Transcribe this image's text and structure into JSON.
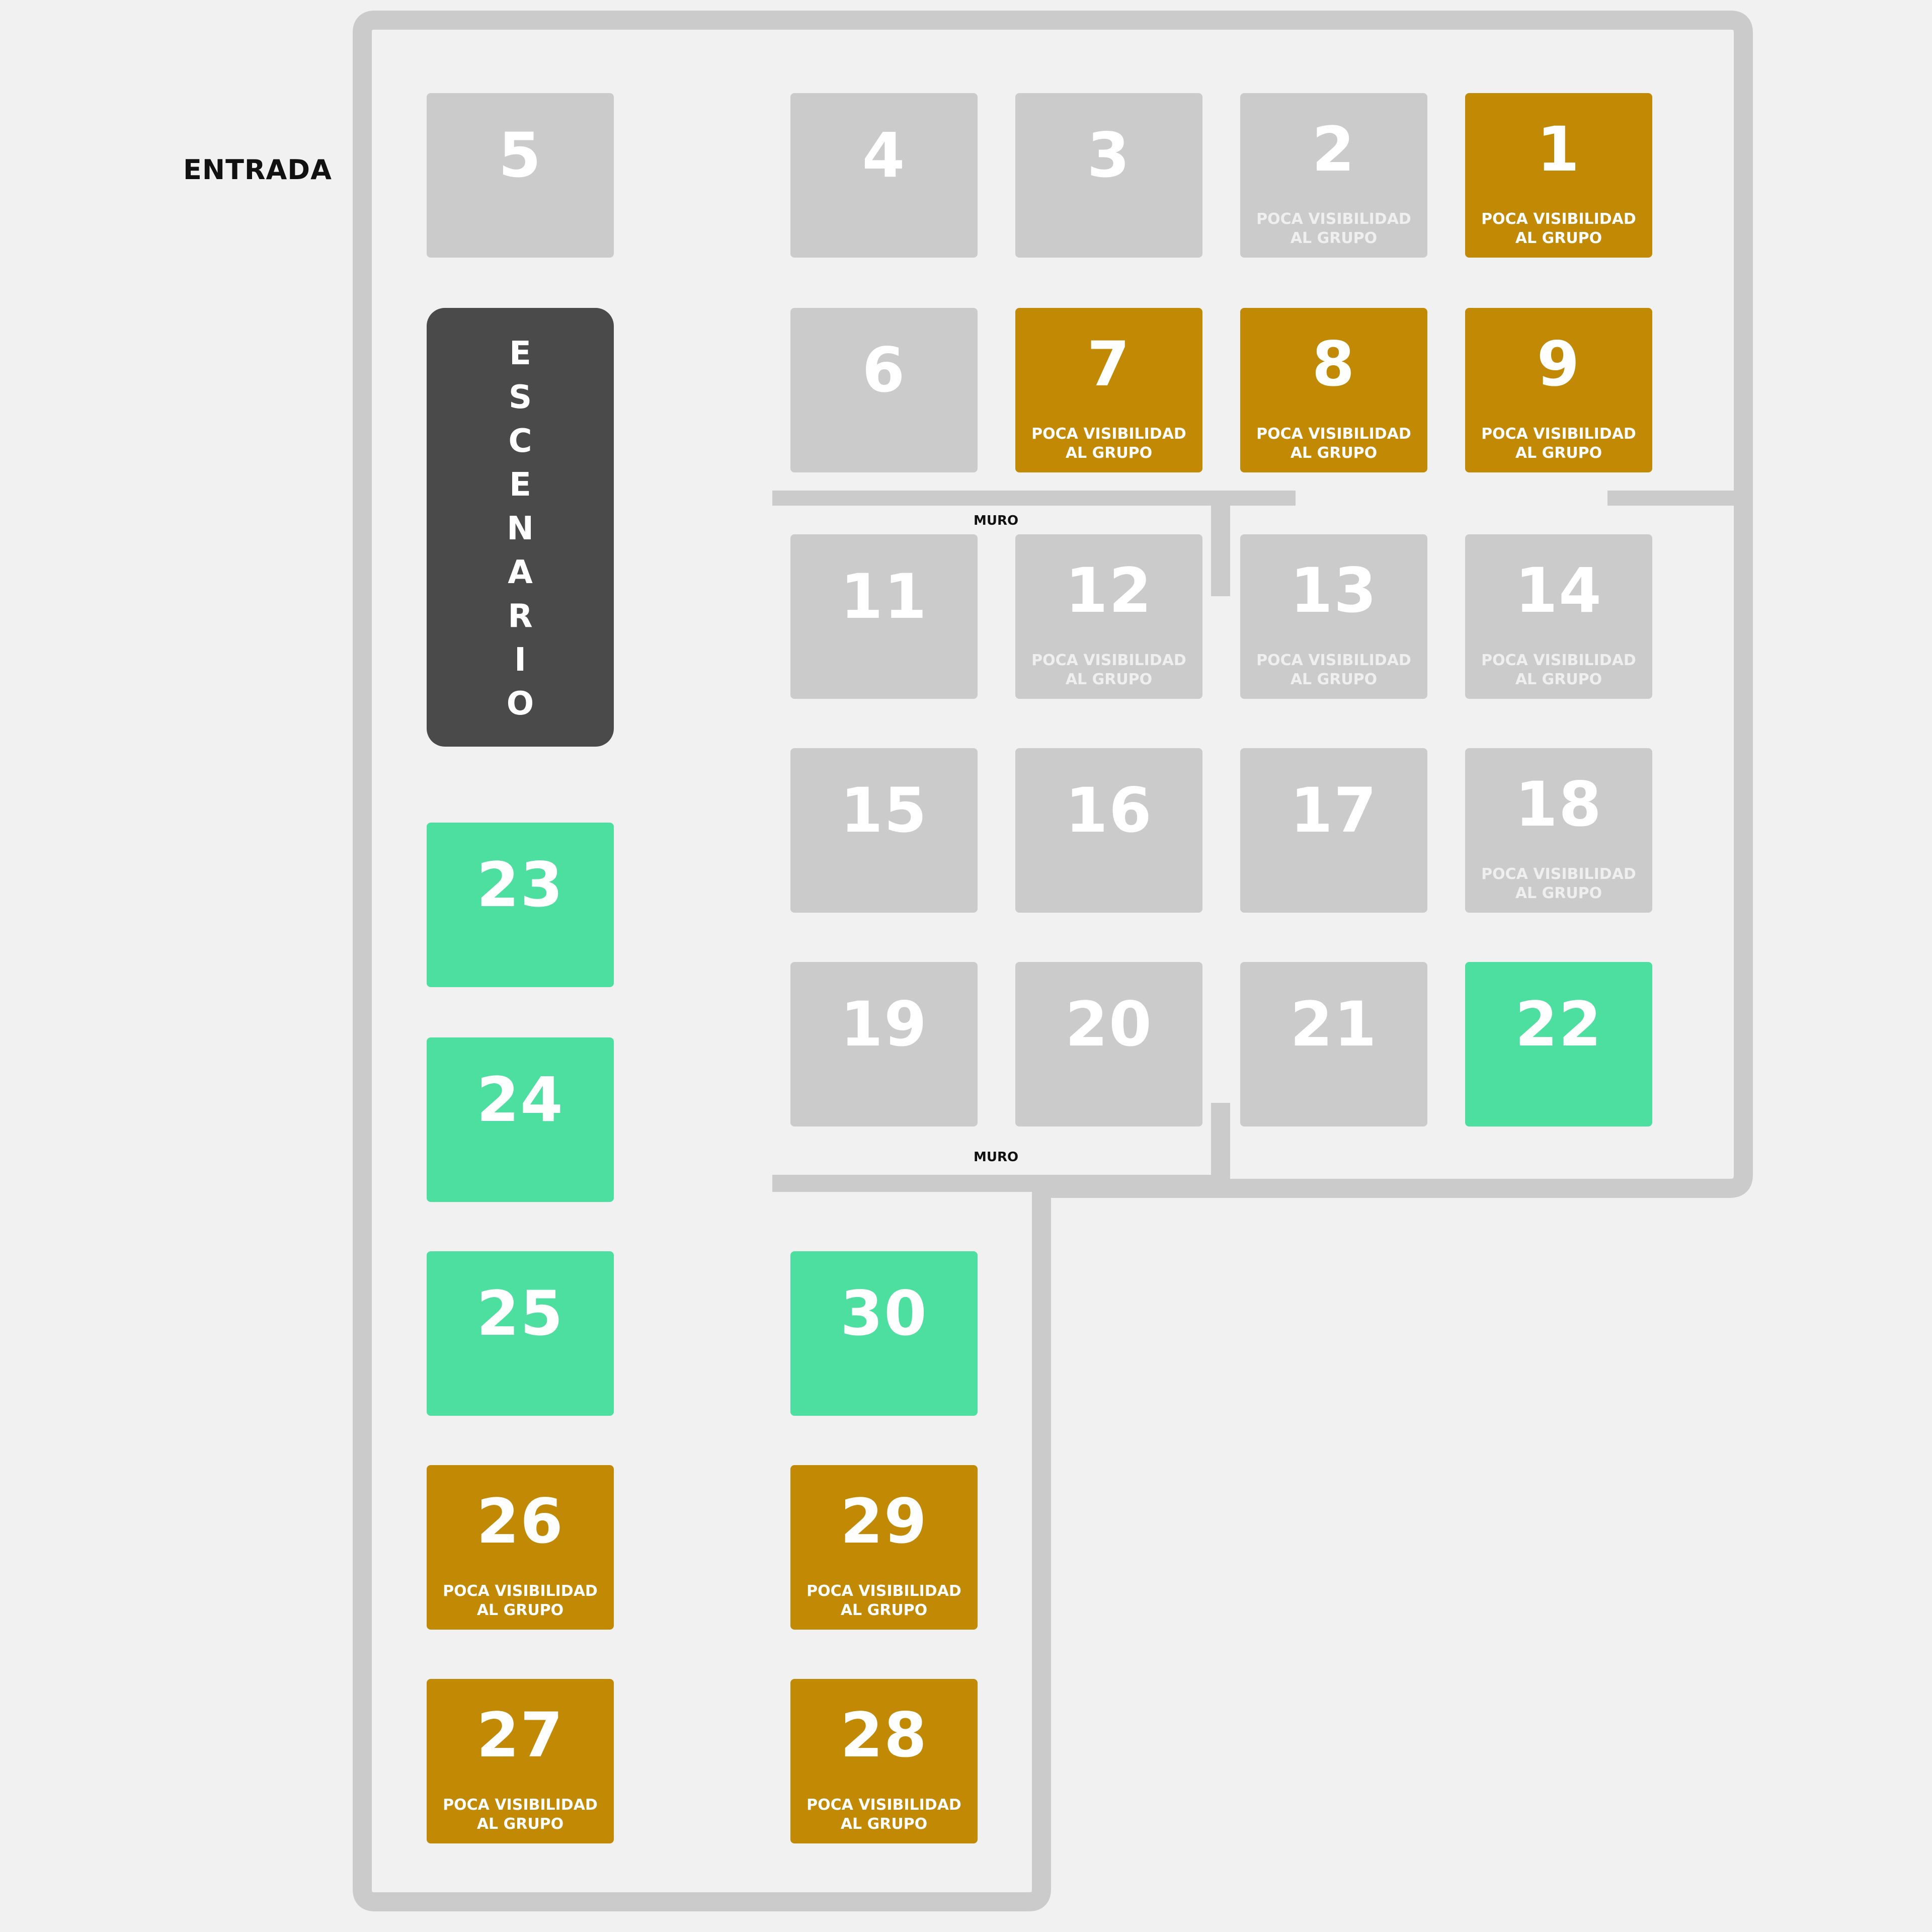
{
  "entrance_label": "ENTRADA",
  "stage_label": "ESCENARIO",
  "wall_label": "MURO",
  "colors": {
    "background": "#f1f1f1",
    "wall": "#cbcbcb",
    "available": "#cbcbcb",
    "reserved": "#c28a04",
    "selected": "#4ddfa0",
    "stage": "#4a4a4a"
  },
  "tables": [
    {
      "number": "1",
      "status": "reserved",
      "note": "POCA VISIBILIDAD\nAL GRUPO"
    },
    {
      "number": "2",
      "status": "available",
      "note": "POCA VISIBILIDAD\nAL GRUPO"
    },
    {
      "number": "3",
      "status": "available",
      "note": ""
    },
    {
      "number": "4",
      "status": "available",
      "note": ""
    },
    {
      "number": "5",
      "status": "available",
      "note": ""
    },
    {
      "number": "6",
      "status": "available",
      "note": ""
    },
    {
      "number": "7",
      "status": "reserved",
      "note": "POCA VISIBILIDAD\nAL GRUPO"
    },
    {
      "number": "8",
      "status": "reserved",
      "note": "POCA VISIBILIDAD\nAL GRUPO"
    },
    {
      "number": "9",
      "status": "reserved",
      "note": "POCA VISIBILIDAD\nAL GRUPO"
    },
    {
      "number": "11",
      "status": "available",
      "note": ""
    },
    {
      "number": "12",
      "status": "available",
      "note": "POCA VISIBILIDAD\nAL GRUPO"
    },
    {
      "number": "13",
      "status": "available",
      "note": "POCA VISIBILIDAD\nAL GRUPO"
    },
    {
      "number": "14",
      "status": "available",
      "note": "POCA VISIBILIDAD\nAL GRUPO"
    },
    {
      "number": "15",
      "status": "available",
      "note": ""
    },
    {
      "number": "16",
      "status": "available",
      "note": ""
    },
    {
      "number": "17",
      "status": "available",
      "note": ""
    },
    {
      "number": "18",
      "status": "available",
      "note": "POCA VISIBILIDAD\nAL GRUPO"
    },
    {
      "number": "19",
      "status": "available",
      "note": ""
    },
    {
      "number": "20",
      "status": "available",
      "note": ""
    },
    {
      "number": "21",
      "status": "available",
      "note": ""
    },
    {
      "number": "22",
      "status": "selected",
      "note": ""
    },
    {
      "number": "23",
      "status": "selected",
      "note": ""
    },
    {
      "number": "24",
      "status": "selected",
      "note": ""
    },
    {
      "number": "25",
      "status": "selected",
      "note": ""
    },
    {
      "number": "26",
      "status": "reserved",
      "note": "POCA VISIBILIDAD\nAL GRUPO"
    },
    {
      "number": "27",
      "status": "reserved",
      "note": "POCA VISIBILIDAD\nAL GRUPO"
    },
    {
      "number": "28",
      "status": "reserved",
      "note": "POCA VISIBILIDAD\nAL GRUPO"
    },
    {
      "number": "29",
      "status": "reserved",
      "note": "POCA VISIBILIDAD\nAL GRUPO"
    },
    {
      "number": "30",
      "status": "selected",
      "note": ""
    }
  ]
}
